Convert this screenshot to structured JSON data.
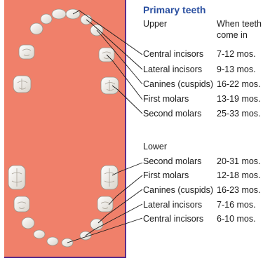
{
  "title": "Primary teeth",
  "upper": {
    "section_label": "Upper",
    "column_header_line1": "When teeth",
    "column_header_line2": "come in",
    "rows": [
      {
        "name": "Central incisors",
        "months": "7-12 mos."
      },
      {
        "name": "Lateral incisors",
        "months": "9-13 mos."
      },
      {
        "name": "Canines (cuspids)",
        "months": "16-22 mos."
      },
      {
        "name": "First molars",
        "months": "13-19 mos."
      },
      {
        "name": "Second molars",
        "months": "25-33 mos."
      }
    ]
  },
  "lower": {
    "section_label": "Lower",
    "rows": [
      {
        "name": "Second molars",
        "months": "20-31 mos."
      },
      {
        "name": "First molars",
        "months": "12-18 mos."
      },
      {
        "name": "Canines (cuspids)",
        "months": "16-23 mos."
      },
      {
        "name": "Lateral incisors",
        "months": "7-16 mos."
      },
      {
        "name": "Central incisors",
        "months": "6-10 mos."
      }
    ]
  },
  "colors": {
    "background_panel": "#f0806a",
    "panel_border": "#5a2e8a",
    "title": "#2a4fa0",
    "tooth_fill": "#f4f1ea",
    "leader_line": "#1a1a1a"
  }
}
